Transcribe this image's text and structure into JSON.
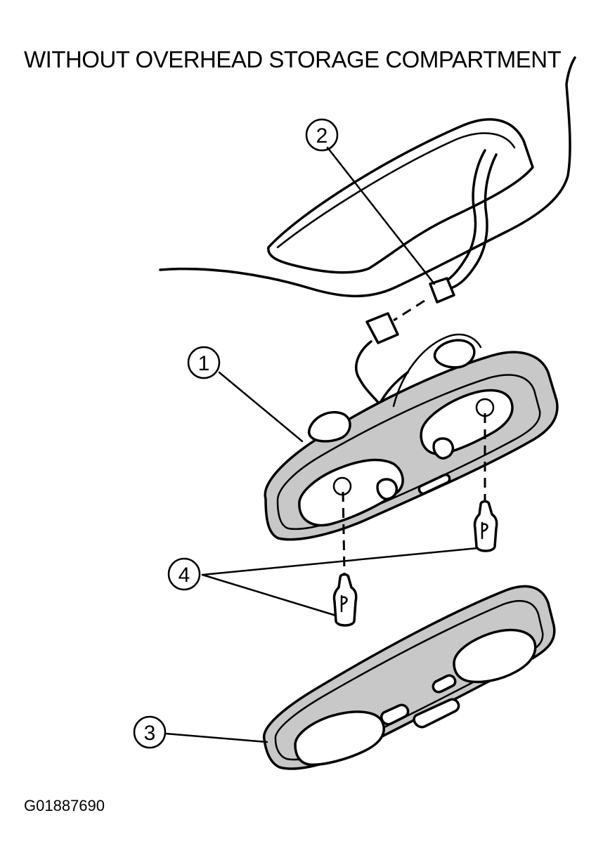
{
  "title": "WITHOUT OVERHEAD STORAGE COMPARTMENT",
  "figure_id": "G01887690",
  "callouts": [
    {
      "id": "1",
      "label": "1"
    },
    {
      "id": "2",
      "label": "2"
    },
    {
      "id": "3",
      "label": "3"
    },
    {
      "id": "4",
      "label": "4"
    }
  ]
}
